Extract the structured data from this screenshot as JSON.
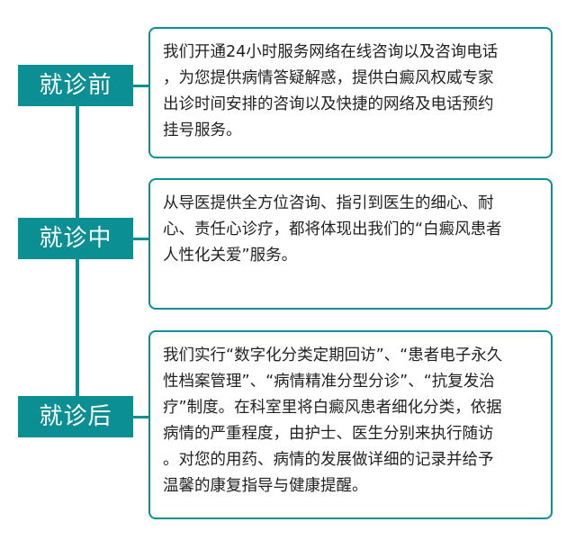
{
  "stages": [
    {
      "label": "就诊前",
      "lines": [
        "我们开通24小时服务网络在线咨询以及咨询电话",
        "，为您提供病情答疑解惑，提供白癜风权威专家",
        "出诊时间安排的咨询以及快捷的网络及电话预约",
        "挂号服务。"
      ]
    },
    {
      "label": "就诊中",
      "lines": [
        "从导医提供全方位咨询、指引到医生的细心、耐",
        "心、责任心诊疗，都将体现出我们的“白癜风患者",
        "人性化关爱”服务。"
      ]
    },
    {
      "label": "就诊后",
      "lines": [
        "我们实行“数字化分类定期回访”、“患者电子永久",
        "性档案管理”、“病情精准分型分诊”、“抗复发治",
        "疗”制度。在科室里将白癜风患者细化分类，依据",
        "病情的严重程度，由护士、医生分别来执行随访",
        "。对您的用药、病情的发展做详细的记录并给予",
        "温馨的康复指导与健康提醒。"
      ]
    }
  ],
  "colors": {
    "accent": "#0b8f93"
  }
}
